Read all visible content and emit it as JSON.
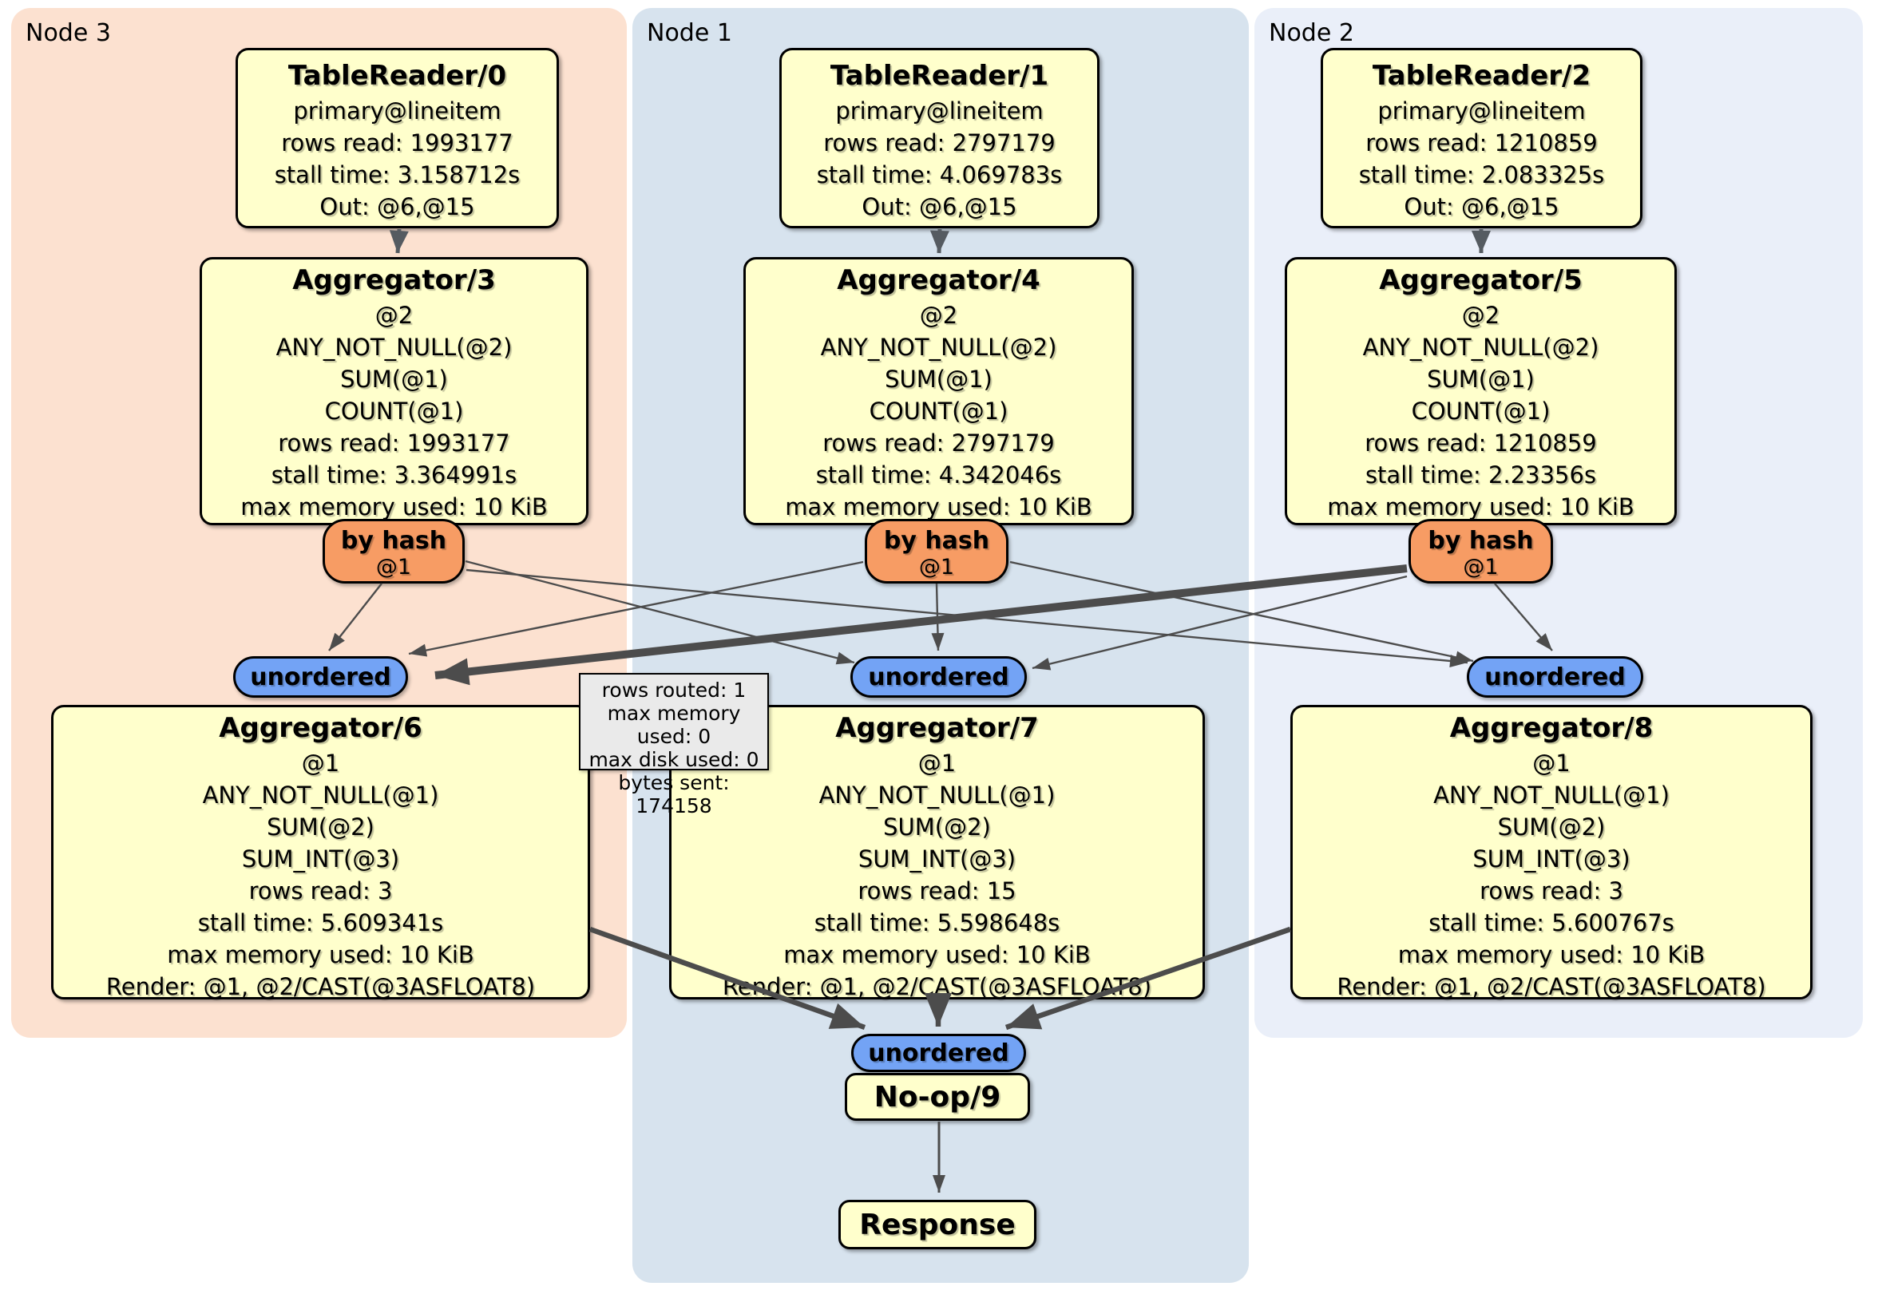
{
  "panels": {
    "node3": {
      "label": "Node 3"
    },
    "node1": {
      "label": "Node 1"
    },
    "node2": {
      "label": "Node 2"
    }
  },
  "boxes": {
    "tr0": {
      "title": "TableReader/0",
      "l1": "primary@lineitem",
      "l2": "rows read: 1993177",
      "l3": "stall time: 3.158712s",
      "l4": "Out: @6,@15"
    },
    "tr1": {
      "title": "TableReader/1",
      "l1": "primary@lineitem",
      "l2": "rows read: 2797179",
      "l3": "stall time: 4.069783s",
      "l4": "Out: @6,@15"
    },
    "tr2": {
      "title": "TableReader/2",
      "l1": "primary@lineitem",
      "l2": "rows read: 1210859",
      "l3": "stall time: 2.083325s",
      "l4": "Out: @6,@15"
    },
    "agg3": {
      "title": "Aggregator/3",
      "l1": "@2",
      "l2": "ANY_NOT_NULL(@2)",
      "l3": "SUM(@1)",
      "l4": "COUNT(@1)",
      "l5": "rows read: 1993177",
      "l6": "stall time: 3.364991s",
      "l7": "max memory used: 10 KiB"
    },
    "agg4": {
      "title": "Aggregator/4",
      "l1": "@2",
      "l2": "ANY_NOT_NULL(@2)",
      "l3": "SUM(@1)",
      "l4": "COUNT(@1)",
      "l5": "rows read: 2797179",
      "l6": "stall time: 4.342046s",
      "l7": "max memory used: 10 KiB"
    },
    "agg5": {
      "title": "Aggregator/5",
      "l1": "@2",
      "l2": "ANY_NOT_NULL(@2)",
      "l3": "SUM(@1)",
      "l4": "COUNT(@1)",
      "l5": "rows read: 1210859",
      "l6": "stall time: 2.23356s",
      "l7": "max memory used: 10 KiB"
    },
    "agg6": {
      "title": "Aggregator/6",
      "l1": "@1",
      "l2": "ANY_NOT_NULL(@1)",
      "l3": "SUM(@2)",
      "l4": "SUM_INT(@3)",
      "l5": "rows read: 3",
      "l6": "stall time: 5.609341s",
      "l7": "max memory used: 10 KiB",
      "l8": "Render: @1, @2/CAST(@3ASFLOAT8)"
    },
    "agg7": {
      "title": "Aggregator/7",
      "l1": "@1",
      "l2": "ANY_NOT_NULL(@1)",
      "l3": "SUM(@2)",
      "l4": "SUM_INT(@3)",
      "l5": "rows read: 15",
      "l6": "stall time: 5.598648s",
      "l7": "max memory used: 10 KiB",
      "l8": "Render: @1, @2/CAST(@3ASFLOAT8)"
    },
    "agg8": {
      "title": "Aggregator/8",
      "l1": "@1",
      "l2": "ANY_NOT_NULL(@1)",
      "l3": "SUM(@2)",
      "l4": "SUM_INT(@3)",
      "l5": "rows read: 3",
      "l6": "stall time: 5.600767s",
      "l7": "max memory used: 10 KiB",
      "l8": "Render: @1, @2/CAST(@3ASFLOAT8)"
    },
    "noop": {
      "title": "No-op/9"
    },
    "response": {
      "title": "Response"
    }
  },
  "router": {
    "label": "by hash",
    "sub": "@1"
  },
  "stream": {
    "unordered_label": "unordered"
  },
  "tooltip": {
    "l1": "rows routed: 1",
    "l2": "max memory used: 0",
    "l3": "max disk used: 0",
    "l4": "bytes sent: 174158"
  },
  "colors": {
    "panel_node3": "#fce1d0",
    "panel_node1": "#d7e3ee",
    "panel_node2": "#eaeff9",
    "node_fill": "#ffffcc",
    "router_fill": "#f79c64",
    "stream_fill": "#73a3f5",
    "edge": "#4c4c4c",
    "tooltip_bg": "#eaeaea"
  }
}
